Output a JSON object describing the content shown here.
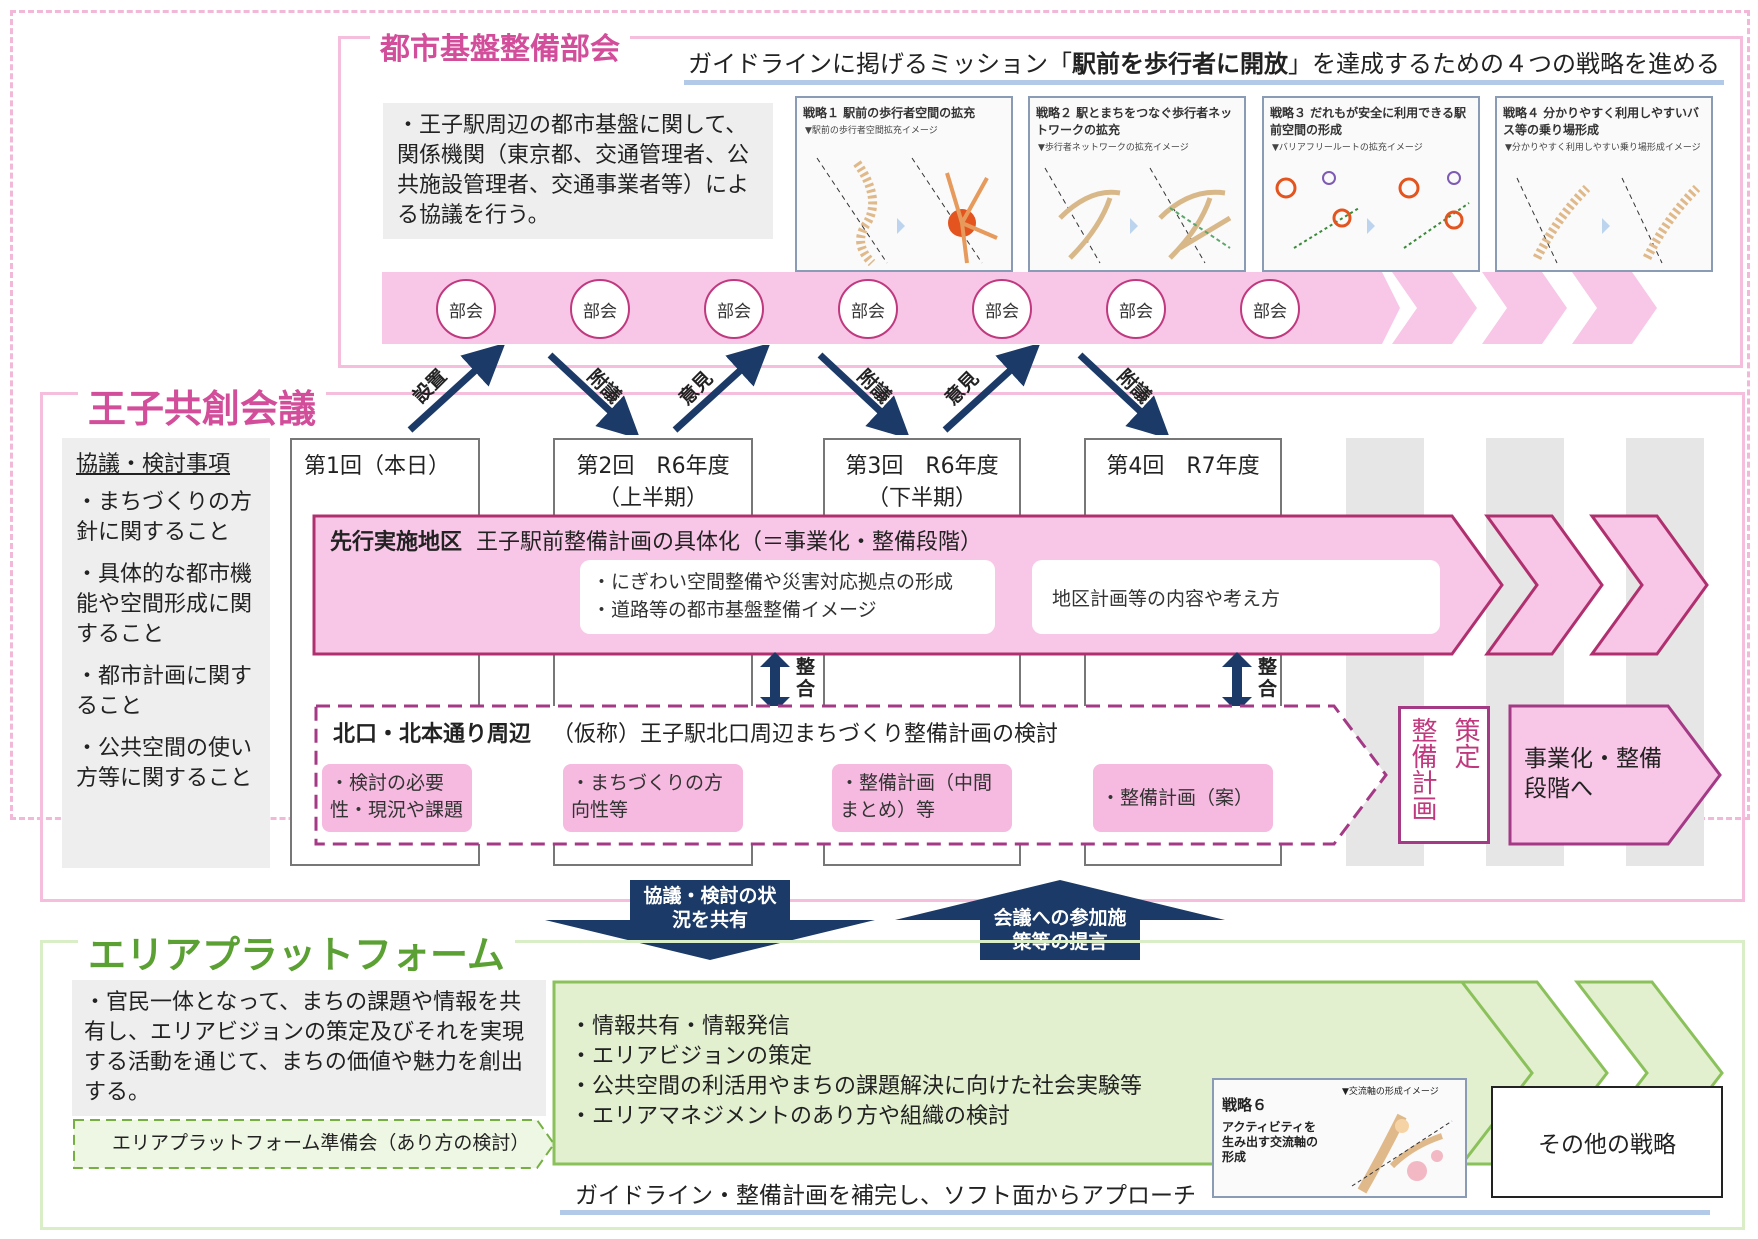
{
  "toshi": {
    "title": "都市基盤整備部会",
    "mission_pre": "ガイドラインに掲げるミッション「",
    "mission_bold": "駅前を歩行者に開放",
    "mission_post": "」を達成するための４つの戦略を進める",
    "desc": "・王子駅周辺の都市基盤に関して、関係機関（東京都、交通管理者、公共施設管理者、交通事業者等）による協議を行う。",
    "bubble_label": "部会",
    "strategies": [
      {
        "title": "戦略１ 駅前の歩行者空間の拡充",
        "sub": "▼駅前の歩行者空間拡充イメージ"
      },
      {
        "title": "戦略２ 駅とまちをつなぐ歩行者ネットワークの拡充",
        "sub": "▼歩行者ネットワークの拡充イメージ"
      },
      {
        "title": "戦略３ だれもが安全に利用できる駅前空間の形成",
        "sub": "▼バリアフリールートの拡充イメージ"
      },
      {
        "title": "戦略４ 分かりやすく利用しやすいバス等の乗り場形成",
        "sub": "▼分かりやすく利用しやすい乗り場形成イメージ"
      }
    ]
  },
  "arrows": {
    "setchi": "設置",
    "fugi": "附議",
    "iken": "意見"
  },
  "oji": {
    "title": "王子共創会議",
    "topics_heading": "協議・検討事項",
    "topics": [
      "・まちづくりの方針に関すること",
      "・具体的な都市機能や空間形成に関すること",
      "・都市計画に関すること",
      "・公共空間の使い方等に関すること"
    ],
    "meetings": [
      {
        "line1": "第1回（本日）",
        "line2": ""
      },
      {
        "line1": "第2回　R6年度",
        "line2": "（上半期）"
      },
      {
        "line1": "第3回　R6年度",
        "line2": "（下半期）"
      },
      {
        "line1": "第4回　R7年度",
        "line2": ""
      }
    ],
    "senko_bold": "先行実施地区",
    "senko_text": "王子駅前整備計画の具体化（＝事業化・整備段階）",
    "senko_item1": "・にぎわい空間整備や災害対応拠点の形成",
    "senko_item2": "・道路等の都市基盤整備イメージ",
    "senko_item3": "地区計画等の内容や考え方",
    "seigo": "整合",
    "kita_bold": "北口・北本通り周辺",
    "kita_text": "（仮称）王子駅北口周辺まちづくり整備計画の検討",
    "kita_pills": [
      "・検討の必要性・現況や課題",
      "・まちづくりの方向性等",
      "・整備計画（中間まとめ）等",
      "・整備計画（案）"
    ],
    "seibi_keikaku_col1": "策定",
    "seibi_keikaku_col2": "整備計画",
    "jigyoka": "事業化・整備段階へ"
  },
  "share": {
    "down": "協議・検討の状況を共有",
    "up": "会議への参加施策等の提言"
  },
  "area": {
    "title": "エリアプラットフォーム",
    "desc": "・官民一体となって、まちの課題や情報を共有し、エリアビジョンの策定及びそれを実現する活動を通じて、まちの価値や魅力を創出する。",
    "prep": "エリアプラットフォーム準備会（あり方の検討）",
    "items": [
      "・情報共有・情報発信",
      "・エリアビジョンの策定",
      "・公共空間の利活用やまちの課題解決に向けた社会実験等",
      "・エリアマネジメントのあり方や組織の検討"
    ],
    "s6_title": "戦略６",
    "s6_body": "アクティビティを生み出す交流軸の形成",
    "s6_sub": "▼交流軸の形成イメージ",
    "other": "その他の戦略",
    "footer": "ガイドライン・整備計画を補完し、ソフト面からアプローチ"
  }
}
